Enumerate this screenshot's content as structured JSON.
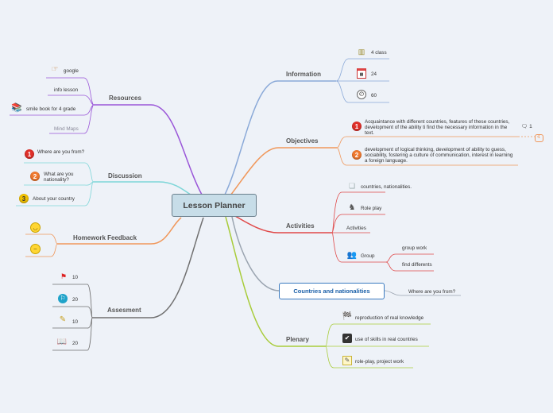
{
  "central": "Lesson Planner",
  "branches": {
    "information": {
      "label": "Information",
      "items": [
        "4 class",
        "24",
        "60"
      ],
      "icons": [
        "building-icon",
        "calendar-icon",
        "clock-icon"
      ]
    },
    "objectives": {
      "label": "Objectives",
      "items": [
        {
          "num": "1",
          "text": "Acquaintance with different countries, features of these countries,  development of the ability ti find the necessary information in the text."
        },
        {
          "num": "2",
          "text": "development of logical thinking, development of ability to guess, sociability, fostering a culture of communication, interest in learning a foreign language."
        }
      ],
      "comment_count": "1",
      "comment_icon": "comment-icon",
      "extra_badge": "1",
      "colors": {
        "one": "#e0302a",
        "two": "#f07a30"
      }
    },
    "activities": {
      "label": "Activities",
      "items": [
        "countries, nationalities.",
        "Role play",
        "Activities",
        "Group"
      ],
      "group_children": [
        "group work",
        "find differents"
      ],
      "icons": [
        "papers-icon",
        "chess-knight-icon",
        "group-icon"
      ]
    },
    "countries": {
      "label": "Countries and nationalities",
      "child": "Where are you from?"
    },
    "plenary": {
      "label": "Plenary",
      "items": [
        "reproduction of real knowledge",
        "use of skills in real countries",
        "role-play, project work"
      ],
      "icons": [
        "checkered-flag-icon",
        "checkbox-icon",
        "notepad-icon"
      ]
    },
    "resources": {
      "label": "Resources",
      "items": [
        "google",
        "info lesson",
        "smile book for 4 grade",
        "Mind Maps"
      ],
      "icons": [
        "pointing-hand-icon",
        "books-icon"
      ]
    },
    "discussion": {
      "label": "Discussion",
      "items": [
        {
          "num": "1",
          "text": "Where are you from?"
        },
        {
          "num": "2",
          "text": "What are you nationality?"
        },
        {
          "num": "3",
          "text": "About your country"
        }
      ],
      "colors": {
        "one": "#e0302a",
        "two": "#f07a30",
        "three": "#f2c200"
      }
    },
    "homework": {
      "label": "Homework Feedback",
      "icons": [
        "smiley-happy-icon",
        "smiley-neutral-icon"
      ]
    },
    "assessment": {
      "label": "Assesment",
      "items": [
        "10",
        "20",
        "10",
        "20"
      ],
      "icons": [
        "red-flag-icon",
        "blue-flag-icon",
        "pencil-icon",
        "book-icon"
      ]
    }
  },
  "colors": {
    "information": "#8aa9d8",
    "objectives": "#f0975a",
    "activities": "#e04848",
    "countries": "#9aa4b0",
    "plenary": "#a8cc3a",
    "resources": "#9a56d8",
    "discussion": "#7dd6d8",
    "homework": "#f0975a",
    "assessment": "#707070"
  }
}
